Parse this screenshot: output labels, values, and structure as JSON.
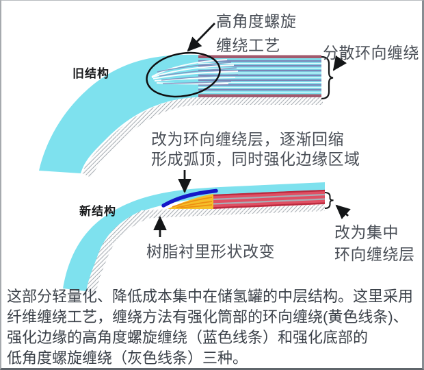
{
  "old_structure": {
    "label": "旧结构",
    "helical_label_line1": "高角度螺旋",
    "helical_label_line2": "缠绕工艺",
    "hoop_label": "分散环向缠绕"
  },
  "new_structure": {
    "label": "新结构",
    "hoop_layer_label_line1": "改为环向缠绕层，逐渐回缩",
    "hoop_layer_label_line2": "形成弧顶，同时强化边缘区域",
    "liner_label": "树脂衬里形状改变",
    "concentrated_label_line1": "改为集中",
    "concentrated_label_line2": "环向缠绕层"
  },
  "caption": {
    "line1": "这部分轻量化、降低成本集中在储氢罐的中层结构。这里采用",
    "line2": "纤维缠绕工艺，缠绕方法有强化筒部的环向缠绕(黄色线条)、",
    "line3": "强化边缘的高角度螺旋缠绕（蓝色线条）和强化底部的",
    "line4": "低角度螺旋缠绕（灰色线条）三种。"
  },
  "colors": {
    "cyan_layer": "#7ee1ee",
    "hoop_stripe_blue": "#7b85b8",
    "edge_maroon": "#a15a6e",
    "red_band": "#e04f63",
    "red_band_edge": "#bb2a3e",
    "yellow_band": "#f5bf2a",
    "orange_streak": "#ee8f12",
    "helical_blue": "#1518c8",
    "hatch_gray": "#aab0b5",
    "ink_black": "#141618"
  }
}
